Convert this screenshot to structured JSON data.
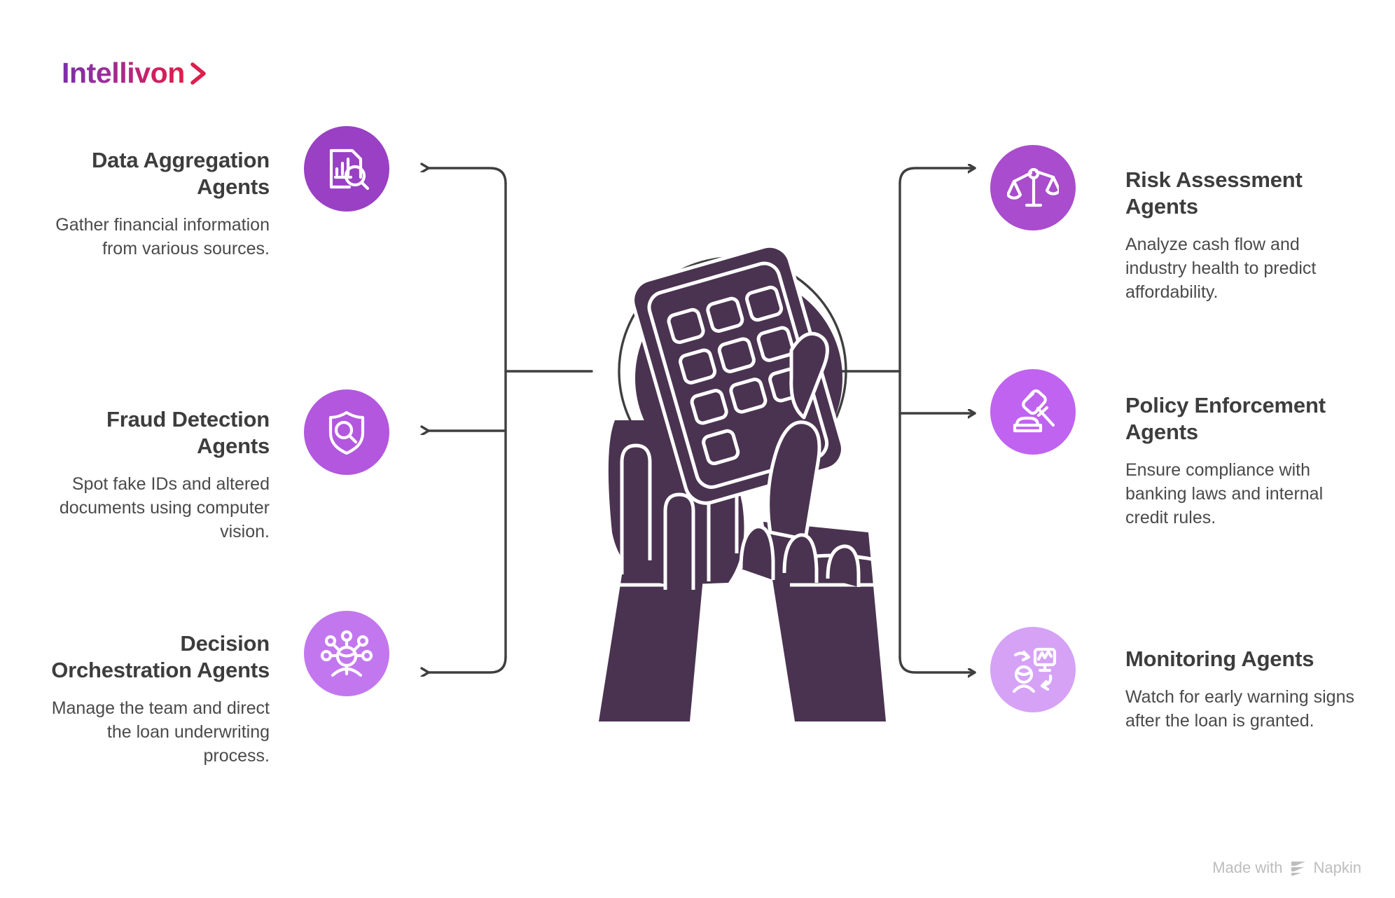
{
  "brand": {
    "name": "Intellivon",
    "chevron_icon": "chevron-right-icon",
    "gradient_from": "#7b2fa8",
    "gradient_to": "#e01e4a"
  },
  "center": {
    "illustration": "hands-holding-calculator-illustration",
    "fill": "#4a3350"
  },
  "theme": {
    "text_title": "#3d3d3d",
    "text_body": "#4a4a4a",
    "connector": "#3f3f3f",
    "background": "#ffffff"
  },
  "left_column": [
    {
      "id": "data-aggregation",
      "title": "Data Aggregation Agents",
      "description": "Gather financial information from various sources.",
      "icon": "document-chart-search-icon",
      "icon_color": "#9940c4"
    },
    {
      "id": "fraud-detection",
      "title": "Fraud Detection Agents",
      "description": "Spot fake IDs and altered documents using computer vision.",
      "icon": "shield-search-icon",
      "icon_color": "#b257de"
    },
    {
      "id": "decision-orchestration",
      "title": "Decision Orchestration Agents",
      "description": "Manage the team and direct the loan underwriting process.",
      "icon": "person-network-nodes-icon",
      "icon_color": "#c277ef"
    }
  ],
  "right_column": [
    {
      "id": "risk-assessment",
      "title": "Risk Assessment Agents",
      "description": "Analyze cash flow and industry health to predict affordability.",
      "icon": "balance-scales-icon",
      "icon_color": "#a94ccd"
    },
    {
      "id": "policy-enforcement",
      "title": "Policy Enforcement Agents",
      "description": "Ensure compliance with banking laws and internal credit rules.",
      "icon": "gavel-icon",
      "icon_color": "#bf63f0"
    },
    {
      "id": "monitoring",
      "title": "Monitoring Agents",
      "description": "Watch for early warning signs after the loan is granted.",
      "icon": "person-monitor-refresh-icon",
      "icon_color": "#d5a2f6"
    }
  ],
  "footer": {
    "made_with": "Made with",
    "product": "Napkin",
    "logo_icon": "napkin-logo-icon"
  }
}
